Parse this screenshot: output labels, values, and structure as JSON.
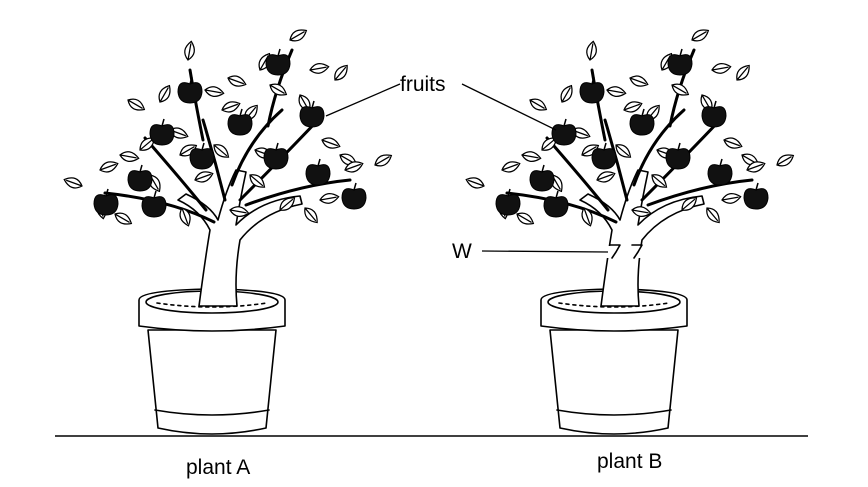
{
  "labels": {
    "fruits": "fruits",
    "w": "W",
    "plant_a": "plant A",
    "plant_b": "plant B"
  },
  "colors": {
    "line": "#000000",
    "fruit": "#111111",
    "leaf": "#ffffff",
    "background": "#ffffff"
  }
}
